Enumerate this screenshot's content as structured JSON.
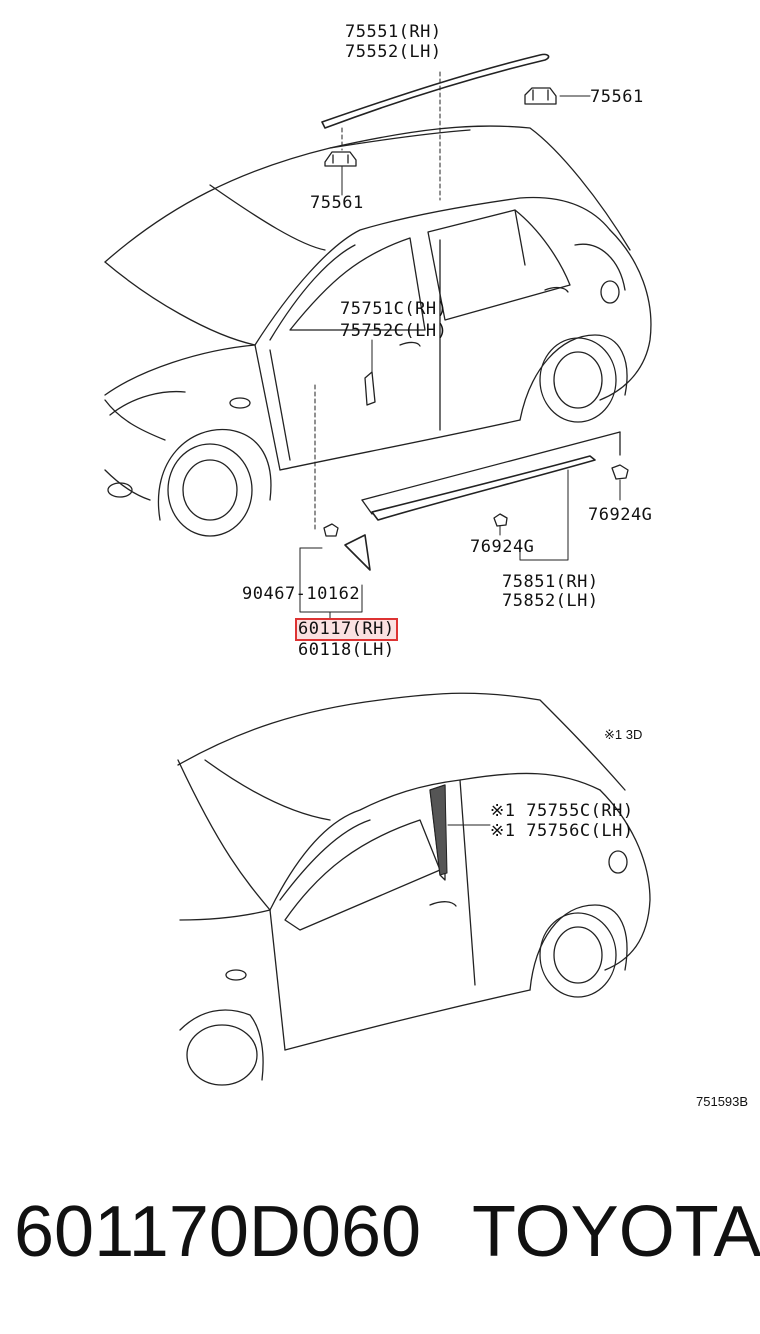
{
  "diagram": {
    "callouts_top": {
      "roof_rh": "75551(RH)",
      "roof_lh": "75552(LH)",
      "clip_right": "75561",
      "clip_left": "75561",
      "door_rh": "75751C(RH)",
      "door_lh": "75752C(LH)",
      "fastener": "90467-10162",
      "part_rh": "60117(RH)",
      "part_lh": "60118(LH)",
      "nut_right": "76924G",
      "nut_mid": "76924G",
      "rocker_rh": "75851(RH)",
      "rocker_lh": "75852(LH)"
    },
    "callouts_bottom": {
      "variant": "※1 3D",
      "pillar_rh": "※1 75755C(RH)",
      "pillar_lh": "※1 75756C(LH)"
    },
    "figure_code": "751593B"
  },
  "footer": {
    "part_number": "601170D060",
    "brand": "TOYOTA"
  }
}
